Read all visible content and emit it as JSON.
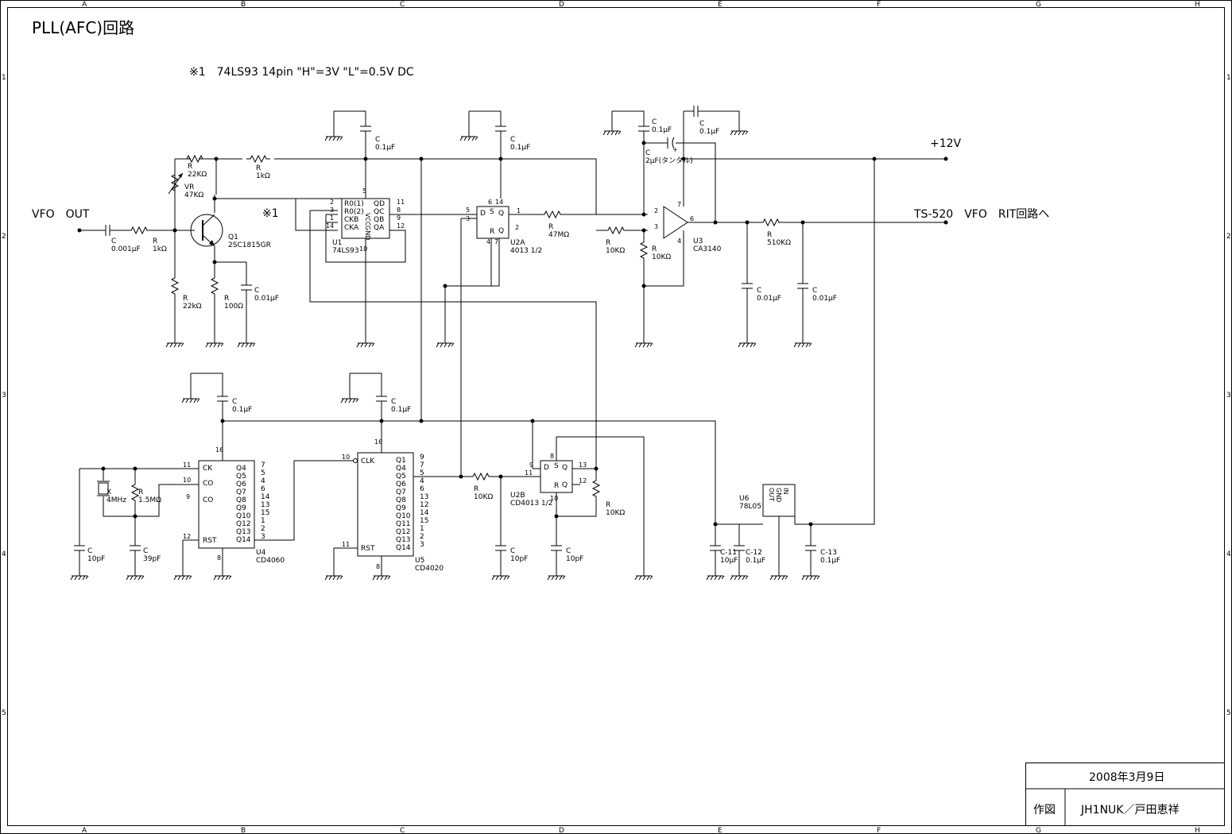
{
  "title": "PLL(AFC)回路",
  "note": "※1　74LS93 14pin  \"H\"=3V  \"L\"=0.5V DC",
  "note_marker": "※1",
  "labels": {
    "vfo_out": "VFO　OUT",
    "plus12v": "+12V",
    "output": "TS-520　VFO　RIT回路へ"
  },
  "border": {
    "cols": [
      "A",
      "B",
      "C",
      "D",
      "E",
      "F",
      "G",
      "H"
    ],
    "rows": [
      "1",
      "2",
      "3",
      "4",
      "5"
    ]
  },
  "titleblock": {
    "date": "2008年3月9日",
    "role": "作図",
    "author": "JH1NUK／戸田恵祥"
  },
  "parts": {
    "c_in": [
      "C",
      "0.001μF"
    ],
    "r_in": [
      "R",
      "1kΩ"
    ],
    "r_top": [
      "R",
      "22KΩ"
    ],
    "vr": [
      "VR",
      "47KΩ"
    ],
    "r_bias": [
      "R",
      "22kΩ"
    ],
    "q1": [
      "Q1",
      "2SC1815GR"
    ],
    "r_e": [
      "R",
      "100Ω"
    ],
    "c_e": [
      "C",
      "0.01μF"
    ],
    "r_1k": [
      "R",
      "1kΩ"
    ],
    "c_u1": [
      "C",
      "0.1μF"
    ],
    "c_u2": [
      "C",
      "0.1μF"
    ],
    "c_u3a": [
      "C",
      "0.1μF"
    ],
    "c_u3b": [
      "C",
      "0.1μF"
    ],
    "c_tant": [
      "C",
      "2μF(タンタル)"
    ],
    "u1": [
      "U1",
      "74LS93"
    ],
    "u1_pins": [
      "R0(1)",
      "R0(2)",
      "CKB",
      "CKA",
      "QD",
      "QC",
      "QB",
      "QA",
      "VCC",
      "GND"
    ],
    "u2a": [
      "U2A",
      "4013 1/2"
    ],
    "r_47m": [
      "R",
      "47MΩ"
    ],
    "r_10k_a": [
      "R",
      "10KΩ"
    ],
    "r_10k_b": [
      "R",
      "10KΩ"
    ],
    "u3": [
      "U3",
      "CA3140"
    ],
    "r_510k": [
      "R",
      "510KΩ"
    ],
    "c_f1": [
      "C",
      "0.01μF"
    ],
    "c_f2": [
      "C",
      "0.01μF"
    ],
    "c_u4": [
      "C",
      "0.1μF"
    ],
    "c_u5": [
      "C",
      "0.1μF"
    ],
    "xtal": [
      "X",
      "4MHz"
    ],
    "r_15m": [
      "R",
      "1.5MΩ"
    ],
    "c_10p_a": [
      "C",
      "10pF"
    ],
    "c_39p": [
      "C",
      "39pF"
    ],
    "u4": [
      "U4",
      "CD4060"
    ],
    "u4_pins": [
      "CK",
      "CO",
      "CO",
      "RST",
      "Q4",
      "Q5",
      "Q6",
      "Q7",
      "Q8",
      "Q9",
      "Q10",
      "Q12",
      "Q13",
      "Q14"
    ],
    "u4_nums": [
      "7",
      "5",
      "4",
      "6",
      "14",
      "13",
      "15",
      "1",
      "2",
      "3"
    ],
    "u5": [
      "U5",
      "CD4020"
    ],
    "u5_pins": [
      "CLK",
      "RST",
      "Q1",
      "Q4",
      "Q5",
      "Q6",
      "Q7",
      "Q8",
      "Q9",
      "Q10",
      "Q11",
      "Q12",
      "Q13",
      "Q14"
    ],
    "u5_nums": [
      "9",
      "7",
      "5",
      "4",
      "6",
      "13",
      "12",
      "14",
      "15",
      "1",
      "2",
      "3"
    ],
    "r_10k_c": [
      "R",
      "10KΩ"
    ],
    "c_10p_b": [
      "C",
      "10pF"
    ],
    "u2b": [
      "U2B",
      "CD4013 1/2"
    ],
    "c_10p_c": [
      "C",
      "10pF"
    ],
    "r_10k_d": [
      "R",
      "10KΩ"
    ],
    "u6": [
      "U6",
      "78L05"
    ],
    "u6_pins": [
      "OUT",
      "GND",
      "IN"
    ],
    "c11": [
      "C-11",
      "10μF"
    ],
    "c12": [
      "C-12",
      "0.1μF"
    ],
    "c13": [
      "C-13",
      "0.1μF"
    ]
  }
}
